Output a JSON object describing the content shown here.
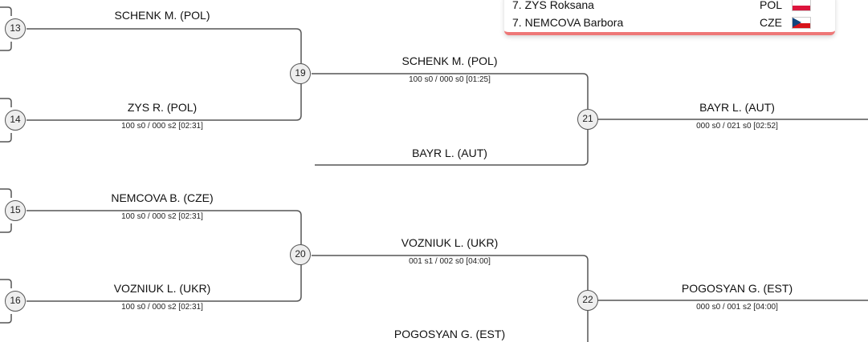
{
  "ranking": [
    {
      "place": "7.",
      "name": "ZYS Roksana",
      "nation": "POL",
      "flag": "poland-flag"
    },
    {
      "place": "7.",
      "name": "NEMCOVA Barbora",
      "nation": "CZE",
      "flag": "czech-flag"
    }
  ],
  "matches": {
    "m13": {
      "number": "13",
      "winner": "SCHENK M. (POL)"
    },
    "m14": {
      "number": "14",
      "winner": "ZYS R. (POL)",
      "score": "100 s0 / 000 s2 [02:31]"
    },
    "m15": {
      "number": "15",
      "winner": "NEMCOVA B. (CZE)",
      "score": "100 s0 / 000 s2 [02:31]"
    },
    "m16": {
      "number": "16",
      "winner": "VOZNIUK L. (UKR)",
      "score": "100 s0 / 000 s2 [02:31]"
    },
    "m19": {
      "number": "19",
      "winner": "SCHENK M. (POL)",
      "score": "100 s0 / 000 s0 [01:25]"
    },
    "m20": {
      "number": "20",
      "winner": "VOZNIUK L. (UKR)",
      "score": "001 s1 / 002 s0 [04:00]"
    },
    "m21": {
      "number": "21",
      "winner": "BAYR L. (AUT)",
      "score": "000 s0 / 021 s0 [02:52]"
    },
    "m22": {
      "number": "22",
      "winner": "POGOSYAN G. (EST)",
      "score": "000 s0 / 001 s2 [04:00]"
    }
  },
  "entries": {
    "e21_bottom": {
      "name": "BAYR L. (AUT)"
    },
    "e22_bottom": {
      "name": "POGOSYAN G. (EST)"
    }
  },
  "colors": {
    "line": "#555555",
    "node_fill": "#eeeeee",
    "panel_underline": "#ee7777"
  }
}
